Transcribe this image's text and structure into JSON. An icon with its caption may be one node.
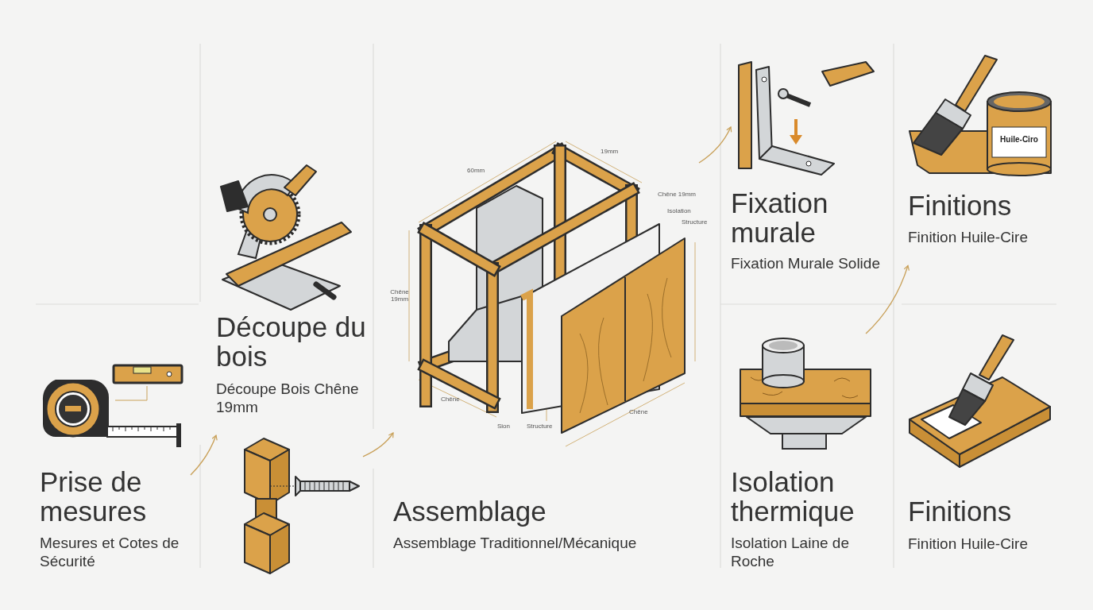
{
  "diagram": {
    "nodes": [
      {
        "text": [
          "Prise de mesures",
          "Mesures et Cotes de Sécurité"
        ]
      },
      {
        "text": [
          "Découpe du bois",
          "Découpe Bois Chêne 19mm"
        ]
      },
      {
        "text": [
          "Assemblage",
          "Assemblage Traditionnel/Mécanique"
        ]
      },
      {
        "text": [
          "Fixation murale",
          "Fixation Murale Solide"
        ]
      },
      {
        "text": [
          "Isolation thermique",
          "Isolation Laine de Roche"
        ]
      },
      {
        "text": [
          "Finitions",
          "Finition Huile-Cire"
        ]
      },
      {
        "text": [
          "Finitions",
          "Finition Huile-Cire"
        ]
      }
    ],
    "edges": [
      {
        "from": 0,
        "to": 1,
        "arrow": "to"
      },
      {
        "from": 1,
        "to": 2,
        "arrow": "to"
      },
      {
        "from": 2,
        "to": 3,
        "arrow": "to"
      },
      {
        "from": 4,
        "to": 5,
        "arrow": "to"
      }
    ],
    "labels": [
      "60mm",
      "19mm",
      "Chêne 19mm",
      "Isolation",
      "Structure",
      "Chêne 19mm",
      "Chêne",
      "Sion",
      "Structure",
      "Chêne",
      "Huile-Ciro"
    ]
  }
}
